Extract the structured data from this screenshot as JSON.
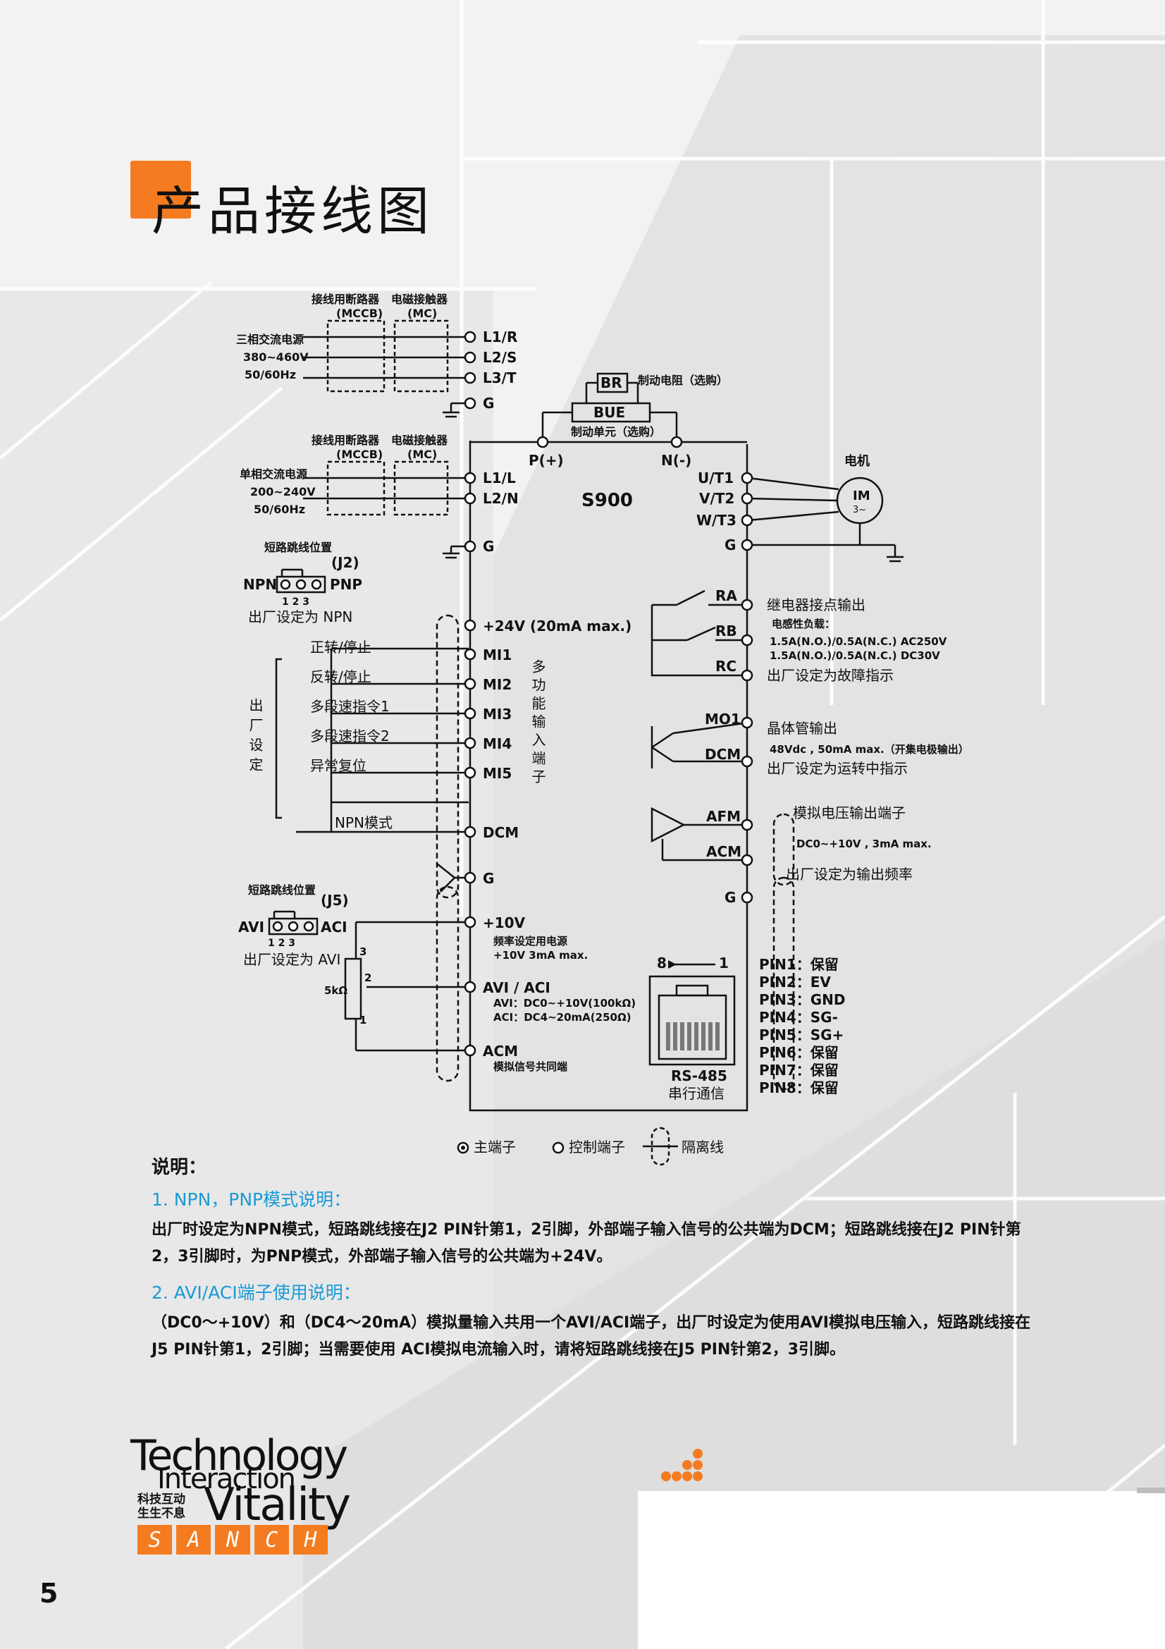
{
  "page_title": "产品接线图",
  "colors": {
    "accent": "#f47b20",
    "subheading": "#1a9ad6"
  },
  "diagram": {
    "mccb1": "接线用断路器",
    "mccb1_abbr": "(MCCB)",
    "mc1": "电磁接触器",
    "mc1_abbr": "(MC)",
    "three_phase": "三相交流电源",
    "three_phase_v": "380~460V",
    "three_phase_f": "50/60Hz",
    "mccb2": "接线用断路器",
    "mccb2_abbr": "(MCCB)",
    "mc2": "电磁接触器",
    "mc2_abbr": "(MC)",
    "single_phase": "单相交流电源",
    "single_phase_v": "200~240V",
    "single_phase_f": "50/60Hz",
    "l1r": "L1/R",
    "l2s": "L2/S",
    "l3t": "L3/T",
    "g1": "G",
    "l1l": "L1/L",
    "l2n": "L2/N",
    "g2": "G",
    "br": "BR",
    "br_note": "制动电阻（选购）",
    "bue": "BUE",
    "bue_note": "制动单元（选购）",
    "p_plus": "P(+)",
    "n_minus": "N(-)",
    "model": "S900",
    "motor_label": "电机",
    "motor_im": "IM",
    "motor_phase": "3~",
    "ut1": "U/T1",
    "vt2": "V/T2",
    "wt3": "W/T3",
    "g_motor": "G",
    "j2_pos": "短路跳线位置",
    "j2": "(J2)",
    "npn": "NPN",
    "pnp": "PNP",
    "pins123": "1 2 3",
    "j2_default": "出厂设定为 NPN",
    "p24": "+24V (20mA max.)",
    "in1": "正转/停止",
    "in2": "反转/停止",
    "in3": "多段速指令1",
    "in4": "多段速指令2",
    "in5": "异常复位",
    "mi1": "MI1",
    "mi2": "MI2",
    "mi3": "MI3",
    "mi4": "MI4",
    "mi5": "MI5",
    "multi_input": "多功能输入端子",
    "factory_setting": "出厂设定",
    "npn_mode": "NPN模式",
    "dcm": "DCM",
    "g3": "G",
    "ra": "RA",
    "rb": "RB",
    "rc": "RC",
    "relay_out": "继电器接点输出",
    "inductive": "电感性负载：",
    "relay_spec1": "1.5A(N.O.)/0.5A(N.C.) AC250V",
    "relay_spec2": "1.5A(N.O.)/0.5A(N.C.) DC30V",
    "relay_default": "出厂设定为故障指示",
    "mo1": "MO1",
    "dcm2": "DCM",
    "transistor_out": "晶体管输出",
    "transistor_spec": "48Vdc , 50mA max.（开集电极输出）",
    "transistor_default": "出厂设定为运转中指示",
    "afm": "AFM",
    "acm_out": "ACM",
    "analog_out": "模拟电压输出端子",
    "analog_out_spec": "DC0~+10V , 3mA max.",
    "analog_out_default": "出厂设定为输出频率",
    "g_afm": "G",
    "j5_pos": "短路跳线位置",
    "j5": "(J5)",
    "avi": "AVI",
    "aci": "ACI",
    "pins123b": "1 2 3",
    "j5_default": "出厂设定为 AVI",
    "p10": "+10V",
    "p10_note1": "频率设定用电源",
    "p10_note2": "+10V 3mA max.",
    "pot": "5kΩ",
    "pot3": "3",
    "pot2": "2",
    "pot1": "1",
    "aviaci": "AVI / ACI",
    "avi_spec": "AVI：DC0~+10V(100kΩ)",
    "aci_spec": "ACI：DC4~20mA(250Ω)",
    "acm": "ACM",
    "acm_note": "模拟信号共同端",
    "rs_arrow_8": "8",
    "rs_arrow_1": "1",
    "rs485": "RS-485",
    "serial": "串行通信",
    "pins": [
      "PIN1：保留",
      "PIN2：EV",
      "PIN3：GND",
      "PIN4：SG-",
      "PIN5：SG+",
      "PIN6：保留",
      "PIN7：保留",
      "PIN8：保留"
    ],
    "legend_main": "主端子",
    "legend_ctrl": "控制端子",
    "legend_iso": "隔离线"
  },
  "notes": {
    "heading": "说明：",
    "s1_title": "1. NPN，PNP模式说明：",
    "s1_text": "出厂时设定为NPN模式，短路跳线接在J2 PIN针第1，2引脚，外部端子输入信号的公共端为DCM；短路跳线接在J2 PIN针第2，3引脚时，为PNP模式，外部端子输入信号的公共端为+24V。",
    "s2_title": "2. AVI/ACI端子使用说明：",
    "s2_text": "（DC0～+10V）和（DC4～20mA）模拟量输入共用一个AVI/ACI端子，出厂时设定为使用AVI模拟电压输入，短路跳线接在J5 PIN针第1，2引脚；当需要使用 ACI模拟电流输入时，请将短路跳线接在J5 PIN针第2，3引脚。"
  },
  "logo": {
    "line1": "Technology",
    "line2": "Interaction",
    "line3": "Vitality",
    "cn1": "科技互动",
    "cn2": "生生不息",
    "brand": [
      "S",
      "A",
      "N",
      "C",
      "H"
    ]
  },
  "page_number": "5"
}
